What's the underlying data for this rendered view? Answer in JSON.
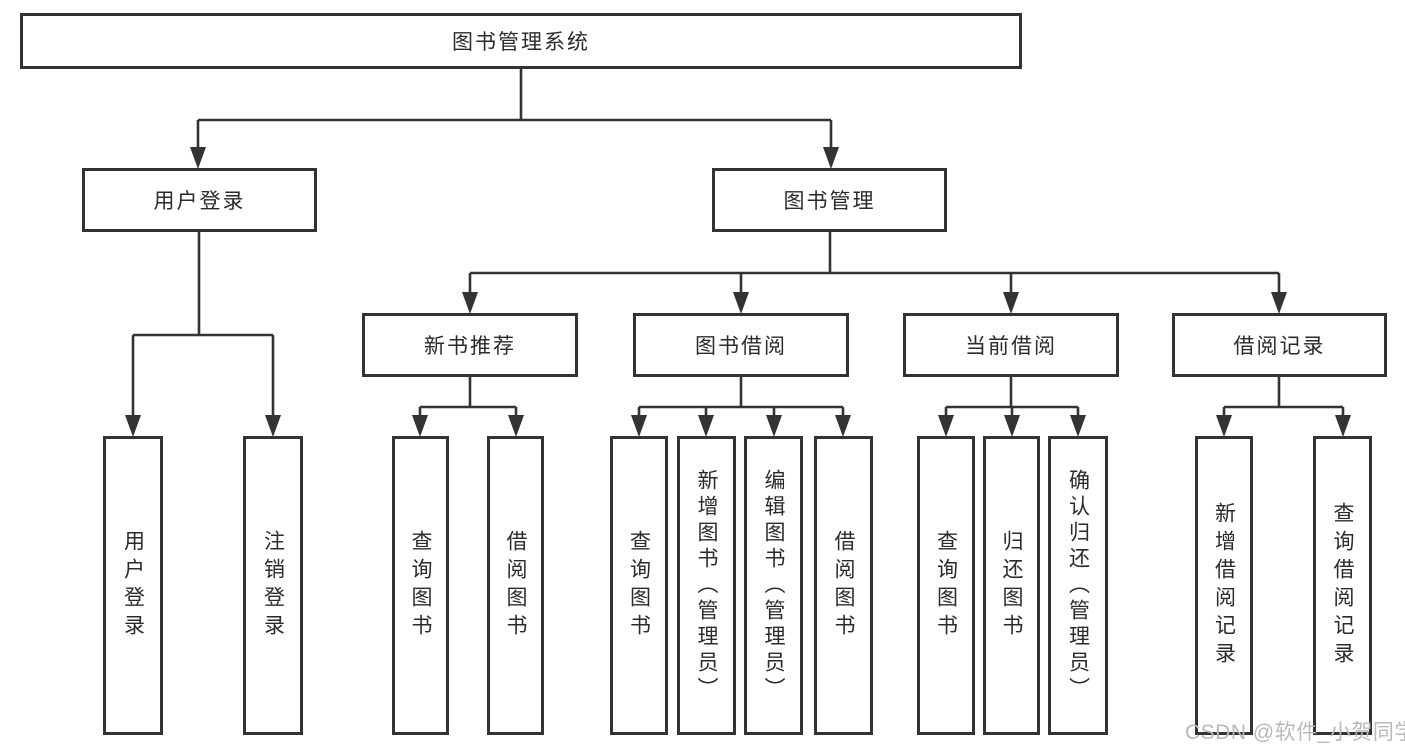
{
  "diagram": {
    "root": {
      "label": "图书管理系统"
    },
    "level2": [
      {
        "label": "用户登录"
      },
      {
        "label": "图书管理"
      }
    ],
    "level3": [
      {
        "label": "新书推荐"
      },
      {
        "label": "图书借阅"
      },
      {
        "label": "当前借阅"
      },
      {
        "label": "借阅记录"
      }
    ],
    "leaves": {
      "login": [
        {
          "label": "用户登录"
        },
        {
          "label": "注销登录"
        }
      ],
      "recommend": [
        {
          "label": "查询图书"
        },
        {
          "label": "借阅图书"
        }
      ],
      "borrow": [
        {
          "label": "查询图书"
        },
        {
          "label": "新增图书（管理员）"
        },
        {
          "label": "编辑图书（管理员）"
        },
        {
          "label": "借阅图书"
        }
      ],
      "current": [
        {
          "label": "查询图书"
        },
        {
          "label": "归还图书"
        },
        {
          "label": "确认归还（管理员）"
        }
      ],
      "records": [
        {
          "label": "新增借阅记录"
        },
        {
          "label": "查询借阅记录"
        }
      ]
    },
    "watermark": "CSDN @软件_小贺同学",
    "colors": {
      "line": "#333333",
      "text": "#2b2b2b",
      "watermark": "#b9b9b9",
      "background": "#ffffff"
    }
  }
}
